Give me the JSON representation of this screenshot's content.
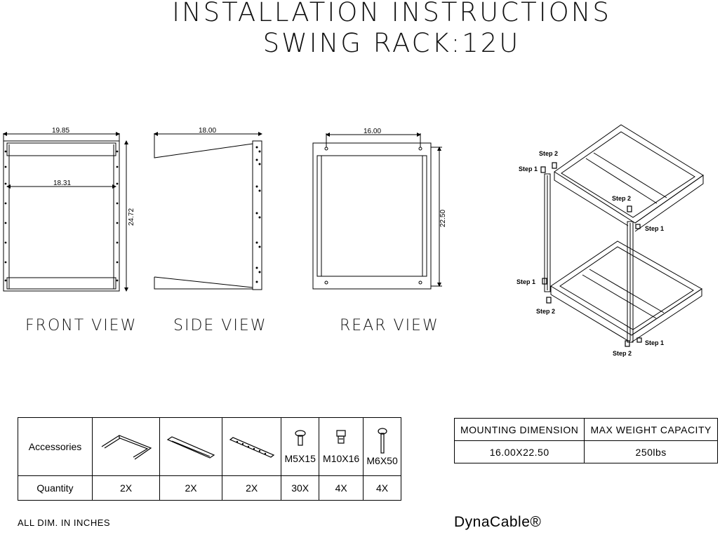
{
  "title": {
    "line1": "INSTALLATION INSTRUCTIONS",
    "line2": "SWING RACK:12U"
  },
  "views": {
    "front": {
      "label": "FRONT VIEW",
      "width": "19.85",
      "inner_width": "18.31",
      "height": "24.72"
    },
    "side": {
      "label": "SIDE VIEW",
      "depth": "18.00"
    },
    "rear": {
      "label": "REAR VIEW",
      "width": "16.00",
      "height": "22.50"
    }
  },
  "assembly_steps": {
    "step1": "Step 1",
    "step2": "Step 2"
  },
  "accessories_table": {
    "header_label": "Accessories",
    "quantity_label": "Quantity",
    "items": [
      {
        "icon": "side-frame-icon",
        "name": "",
        "qty": "2X"
      },
      {
        "icon": "rail-bar-icon",
        "name": "",
        "qty": "2X"
      },
      {
        "icon": "mounting-rail-icon",
        "name": "",
        "qty": "2X"
      },
      {
        "icon": "screw-icon",
        "name": "M5X15",
        "qty": "30X"
      },
      {
        "icon": "cage-screw-icon",
        "name": "M10X16",
        "qty": "4X"
      },
      {
        "icon": "long-bolt-icon",
        "name": "M6X50",
        "qty": "4X"
      }
    ]
  },
  "spec_table": {
    "headers": [
      "MOUNTING DIMENSION",
      "MAX WEIGHT CAPACITY"
    ],
    "values": [
      "16.00X22.50",
      "250lbs"
    ]
  },
  "footnote": "ALL DIM. IN INCHES",
  "brand": "DynaCable®"
}
